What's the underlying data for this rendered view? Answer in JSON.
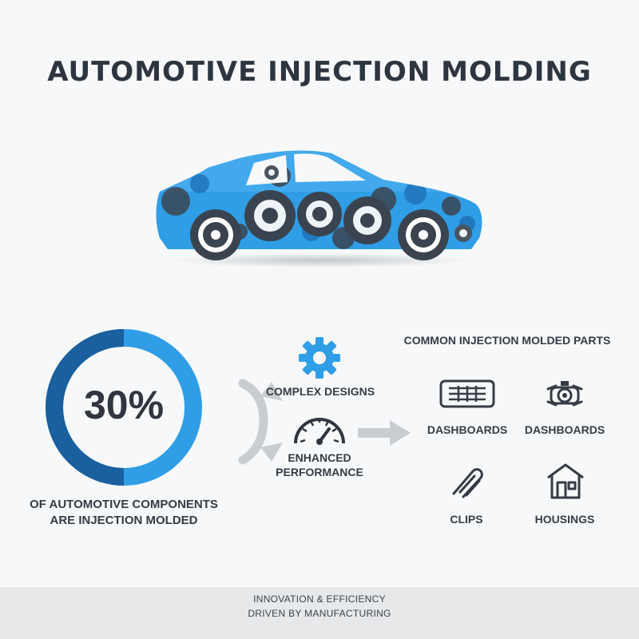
{
  "title": "AUTOMOTIVE INJECTION MOLDING",
  "stat": {
    "value": "30%",
    "fraction": 0.3,
    "caption_line1": "OF AUTOMOTIVE COMPONENTS",
    "caption_line2": "ARE INJECTION MOLDED"
  },
  "benefits": {
    "complex": "COMPLEX DESIGNS",
    "performance_line1": "ENHANCED",
    "performance_line2": "PERFORMANCE"
  },
  "parts": {
    "heading": "COMMON INJECTION MOLDED PARTS",
    "items": [
      {
        "label": "DASHBOARDS",
        "icon": "dashboard-vent-icon"
      },
      {
        "label": "DASHBOARDS",
        "icon": "sensor-icon"
      },
      {
        "label": "CLIPS",
        "icon": "clip-icon"
      },
      {
        "label": "HOUSINGS",
        "icon": "housing-icon"
      }
    ]
  },
  "footer": {
    "line1": "INNOVATION & EFFICIENCY",
    "line2": "DRIVEN BY MANUFACTURING"
  },
  "colors": {
    "blue_light": "#2f9ee6",
    "blue_dark": "#1a5f9e",
    "gear_dark": "#404a56",
    "gray_arrow": "#c9cdd1"
  }
}
